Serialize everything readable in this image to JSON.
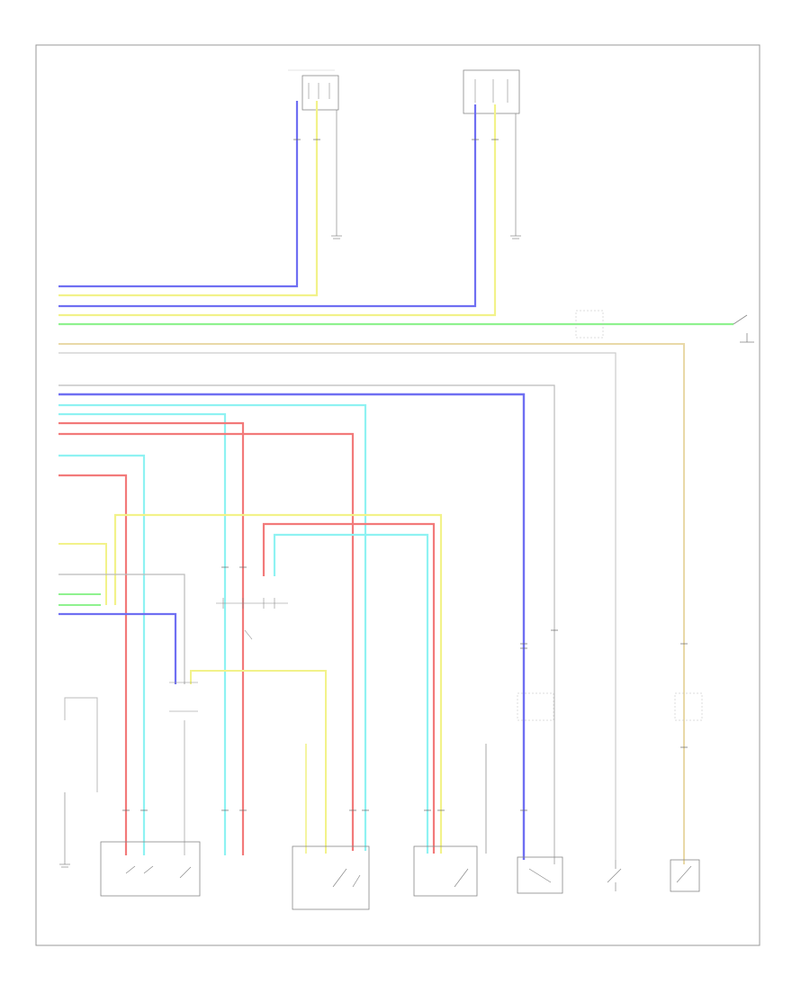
{
  "diagram": {
    "frame_label": "",
    "colors": {
      "blue": "#6f6ff2",
      "yellow": "#f2f28a",
      "green": "#8ff28f",
      "red": "#f27a7a",
      "cyan": "#8ff2f2",
      "tan": "#e9d9a8",
      "grey": "#aaaaaa",
      "frame": "#999999"
    },
    "components": [
      {
        "id": "left-top-connector",
        "label": ""
      },
      {
        "id": "right-top-connector",
        "label": ""
      },
      {
        "id": "right-edge-switch",
        "label": ""
      },
      {
        "id": "left-door-switch-block",
        "label": ""
      },
      {
        "id": "center-door-switch-block",
        "label": ""
      },
      {
        "id": "right-door-switch-block",
        "label": ""
      },
      {
        "id": "passenger-door-switch",
        "label": ""
      },
      {
        "id": "left-door-key-switch",
        "label": ""
      },
      {
        "id": "right-door-key-switch",
        "label": ""
      }
    ],
    "wire_labels": [
      "",
      "",
      "",
      "",
      ""
    ]
  }
}
